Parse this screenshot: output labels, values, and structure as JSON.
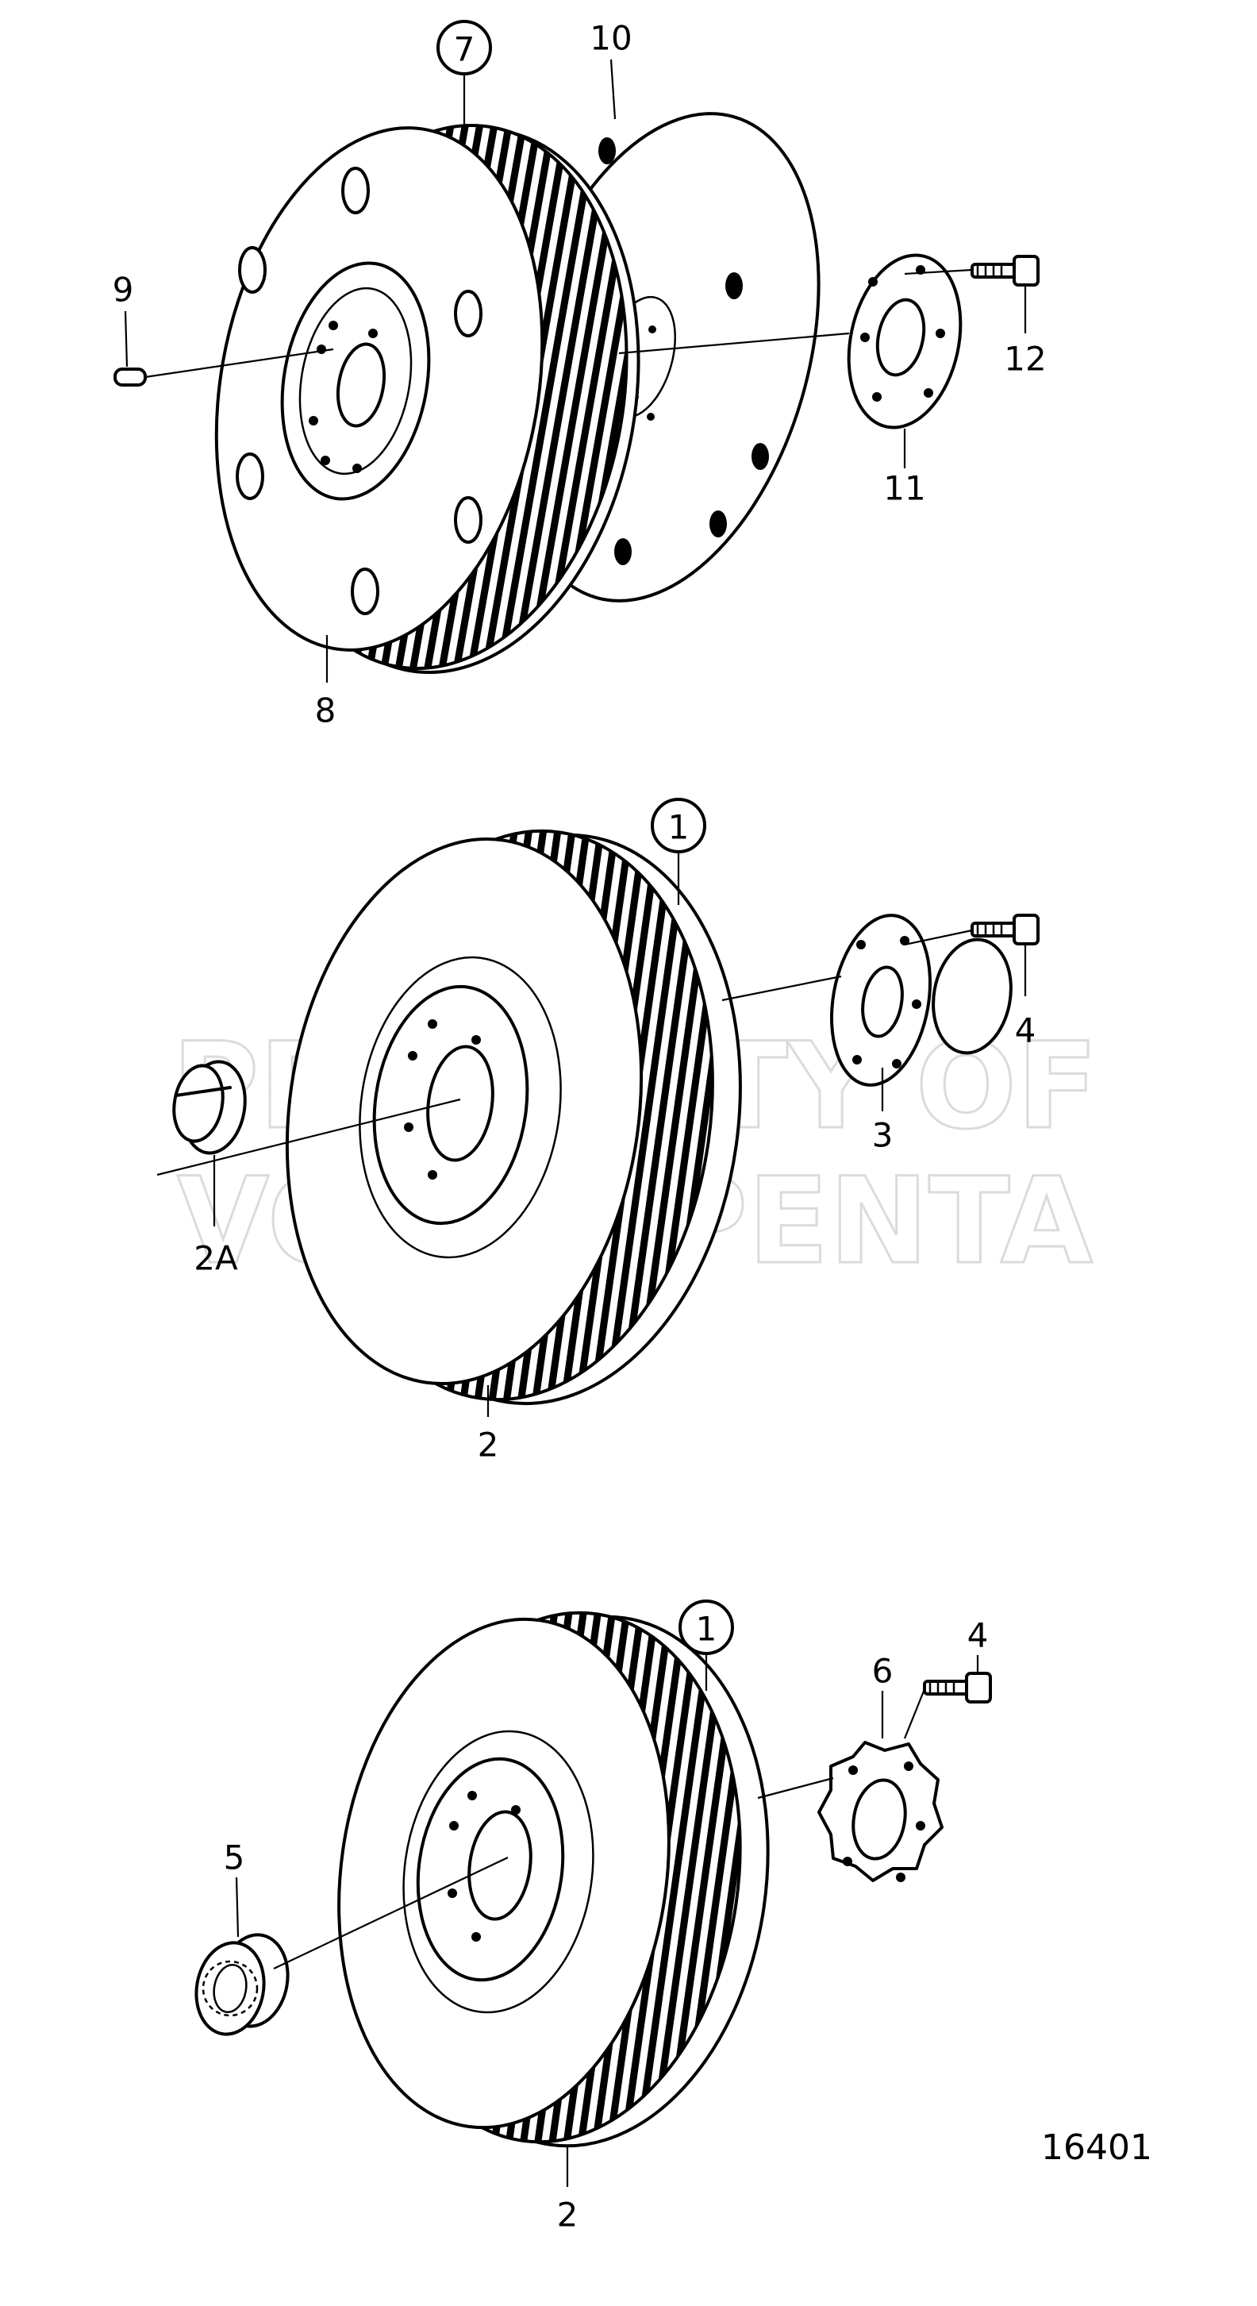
{
  "watermark": {
    "line1": "PROPERTY OF",
    "line2": "VOLVO PENTA"
  },
  "drawing_number": "16401",
  "callouts": {
    "c1_top": "1",
    "c1_bottom": "1",
    "c2_middle": "2",
    "c2_bottom": "2",
    "c2a": "2A",
    "c3": "3",
    "c4_middle": "4",
    "c4_bottom": "4",
    "c5": "5",
    "c6": "6",
    "c7": "7",
    "c8": "8",
    "c9": "9",
    "c10": "10",
    "c11": "11",
    "c12": "12"
  }
}
